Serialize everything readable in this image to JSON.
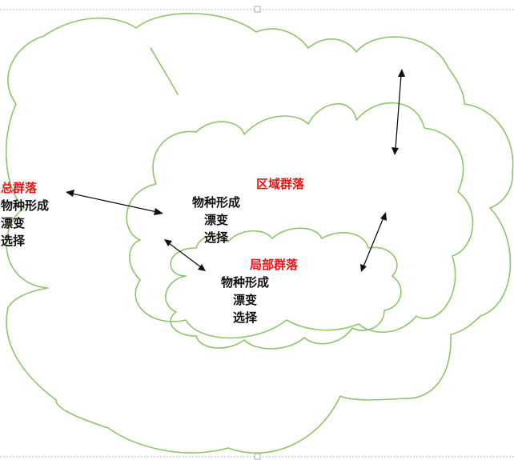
{
  "diagram": {
    "total_community": {
      "title": "总群落",
      "lines": [
        "物种形成",
        "漂变",
        "选择"
      ]
    },
    "regional_community": {
      "title": "区域群落",
      "lines": [
        "物种形成",
        "漂变",
        "选择"
      ]
    },
    "local_community": {
      "title": "局部群落",
      "lines": [
        "物种形成",
        "漂变",
        "选择"
      ]
    }
  },
  "colors": {
    "title_red": "#ee1111",
    "cloud_green": "#8cc56a",
    "text": "#111111"
  },
  "icons": [
    "double-headed-arrow"
  ]
}
